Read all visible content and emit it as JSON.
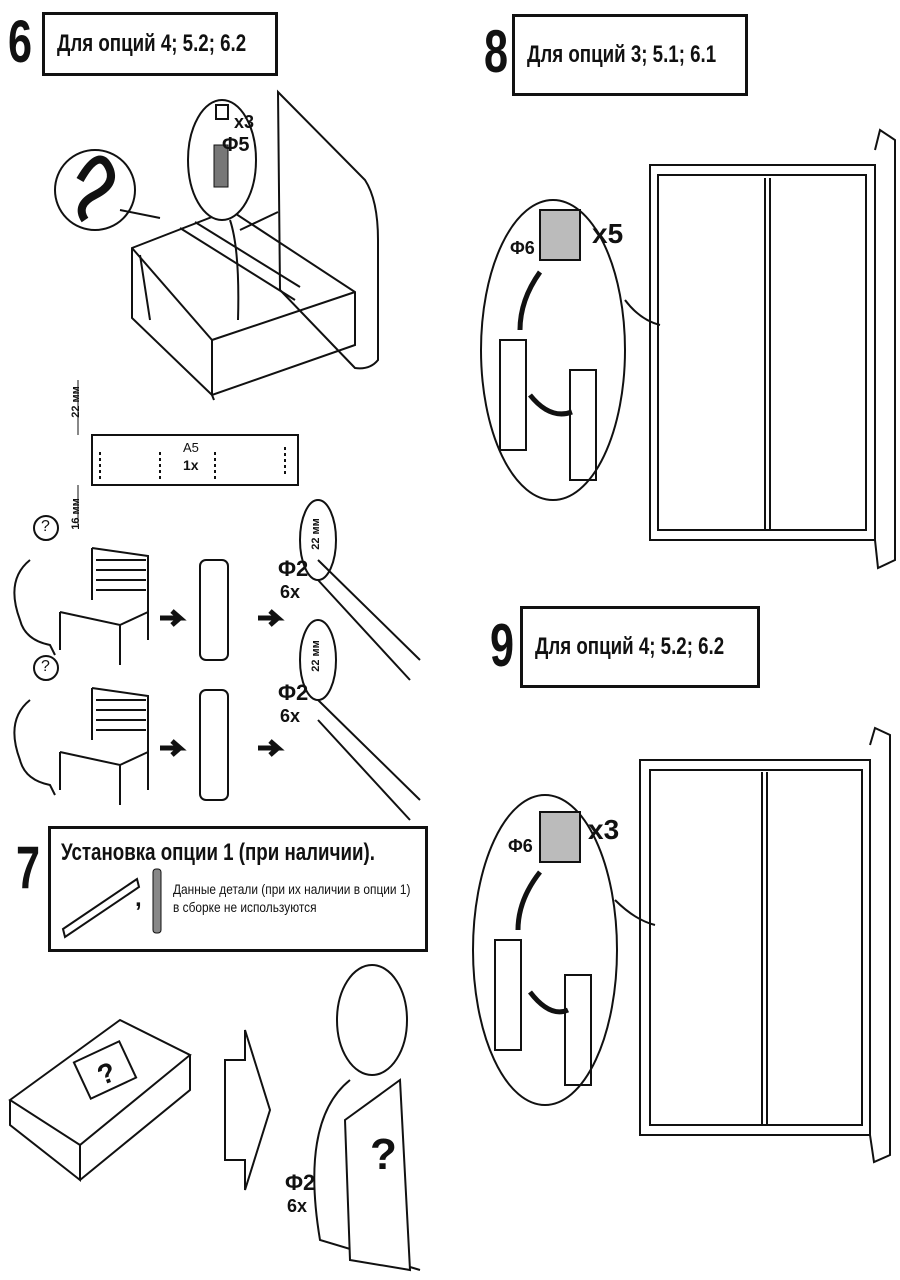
{
  "steps": {
    "s6": {
      "number": "6",
      "header": "Для опций  4;  5.2;  6.2",
      "count_top": "x3",
      "part_top": "Φ5",
      "dim_22": "22 мм",
      "dim_16": "16 мм",
      "part_a5": "A5",
      "qty_a5": "1x",
      "part_f2": "Φ2",
      "qty_f2": "6x",
      "part_f2b": "Φ2",
      "qty_f2b": "6x",
      "side_22a": "22 мм",
      "side_22b": "22 мм",
      "q1": "?",
      "q2": "?"
    },
    "s7": {
      "number": "7",
      "header": "Установка опции 1 (при наличии).",
      "note": "Данные детали (при их наличии в опции 1) в сборке не используются",
      "comma": ",",
      "part_f2": "Φ2",
      "qty_f2": "6x",
      "box_q": "?",
      "sheet_q": "?"
    },
    "s8": {
      "number": "8",
      "header": "Для опций  3;  5.1;  6.1",
      "part": "Φ6",
      "count": "x5"
    },
    "s9": {
      "number": "9",
      "header": "Для опций  4;  5.2;  6.2",
      "part": "Φ6",
      "count": "x3"
    }
  }
}
